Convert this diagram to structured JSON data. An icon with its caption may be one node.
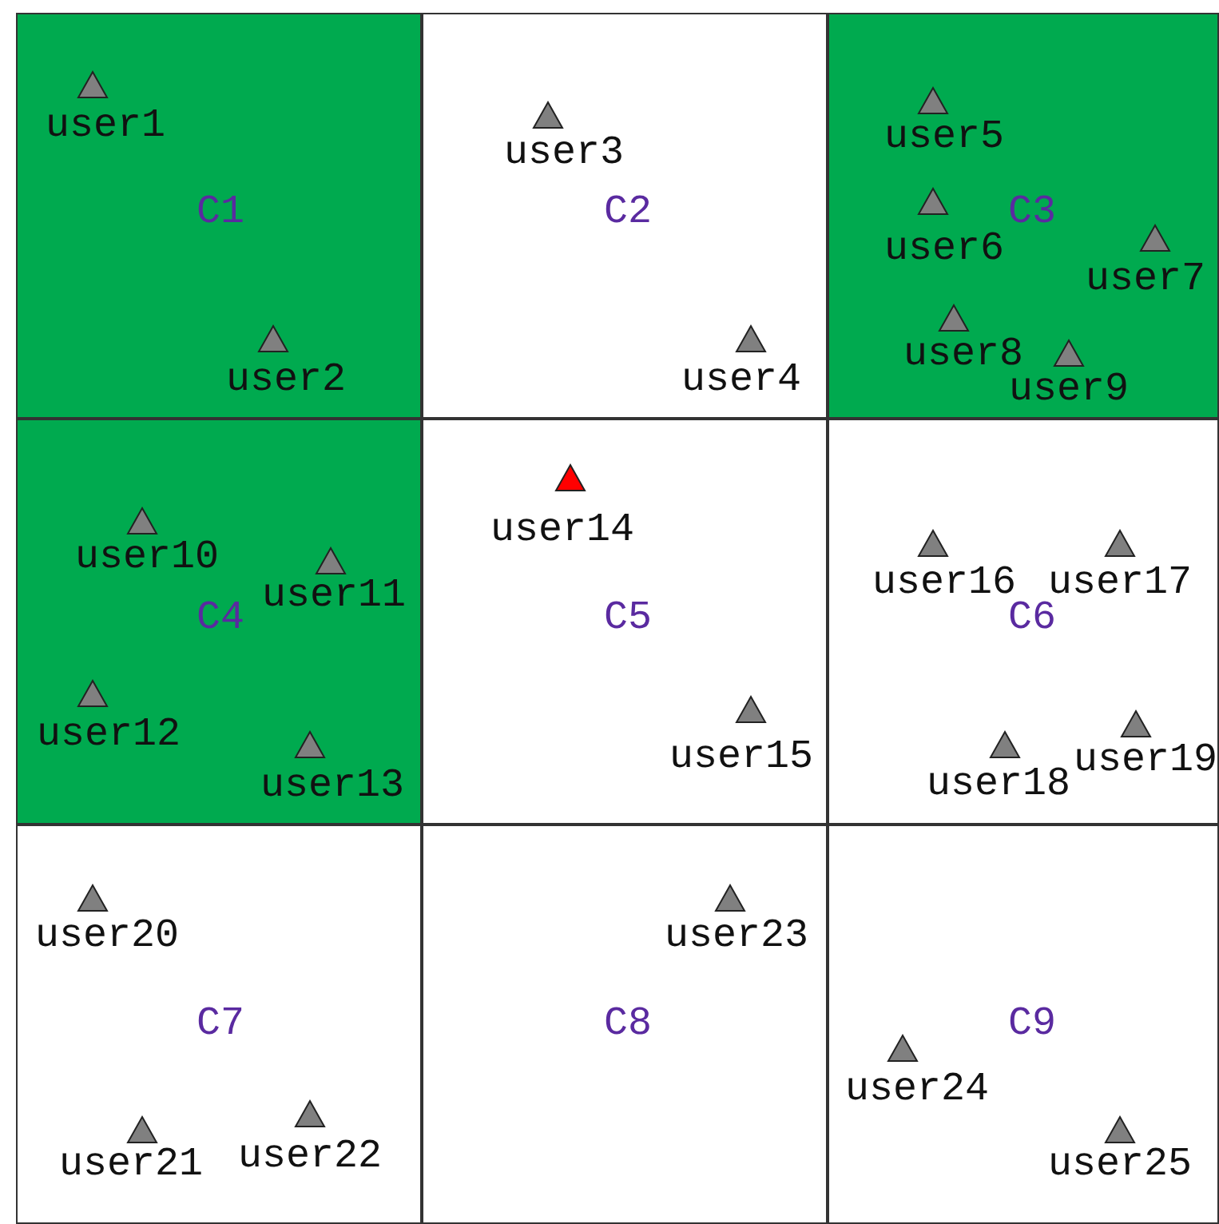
{
  "diagram": {
    "nodes": [
      {
        "text": [
          "C1"
        ]
      },
      {
        "text": [
          "user1"
        ],
        "in": 0
      },
      {
        "text": [
          "user2"
        ],
        "in": 0
      },
      {
        "text": [
          "C2"
        ]
      },
      {
        "text": [
          "user3"
        ],
        "in": 3
      },
      {
        "text": [
          "user4"
        ],
        "in": 3
      },
      {
        "text": [
          "C3"
        ]
      },
      {
        "text": [
          "user5"
        ],
        "in": 6
      },
      {
        "text": [
          "user6"
        ],
        "in": 6
      },
      {
        "text": [
          "user7"
        ],
        "in": 6
      },
      {
        "text": [
          "user8"
        ],
        "in": 6
      },
      {
        "text": [
          "user9"
        ],
        "in": 6
      },
      {
        "text": [
          "C4"
        ]
      },
      {
        "text": [
          "user10"
        ],
        "in": 12
      },
      {
        "text": [
          "user11"
        ],
        "in": 12
      },
      {
        "text": [
          "user12"
        ],
        "in": 12
      },
      {
        "text": [
          "user13"
        ],
        "in": 12
      },
      {
        "text": [
          "C5"
        ]
      },
      {
        "text": [
          "user14"
        ],
        "in": 17
      },
      {
        "text": [
          "user15"
        ],
        "in": 17
      },
      {
        "text": [
          "C6"
        ]
      },
      {
        "text": [
          "user16"
        ],
        "in": 20
      },
      {
        "text": [
          "user17"
        ],
        "in": 20
      },
      {
        "text": [
          "user18"
        ],
        "in": 20
      },
      {
        "text": [
          "user19"
        ],
        "in": 20
      },
      {
        "text": [
          "C7"
        ]
      },
      {
        "text": [
          "user20"
        ],
        "in": 25
      },
      {
        "text": [
          "user21"
        ],
        "in": 25
      },
      {
        "text": [
          "user22"
        ],
        "in": 25
      },
      {
        "text": [
          "C8"
        ]
      },
      {
        "text": [
          "user23"
        ],
        "in": 29
      },
      {
        "text": [
          "C9"
        ]
      },
      {
        "text": [
          "user24"
        ],
        "in": 31
      },
      {
        "text": [
          "user25"
        ],
        "in": 31
      }
    ]
  }
}
